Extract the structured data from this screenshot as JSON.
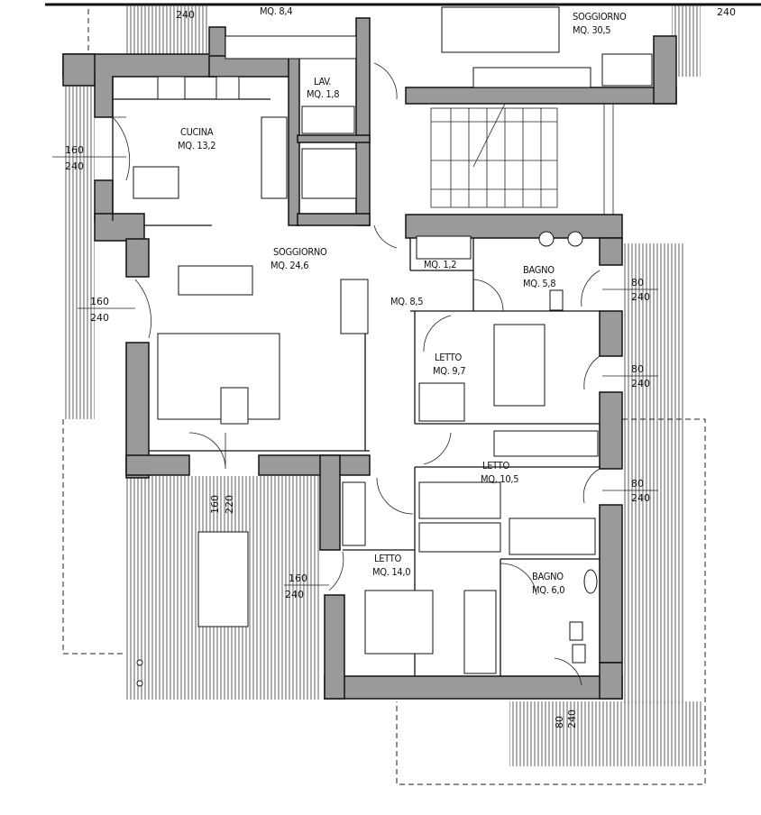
{
  "plan": {
    "rooms": [
      {
        "id": "top-room",
        "area": "MQ. 8,4"
      },
      {
        "id": "soggiorno-neighbor",
        "name": "SOGGIORNO",
        "area": "MQ. 30,5"
      },
      {
        "id": "lavanderia",
        "name": "LAV.",
        "area": "MQ. 1,8"
      },
      {
        "id": "cucina",
        "name": "CUCINA",
        "area": "MQ. 13,2"
      },
      {
        "id": "soggiorno",
        "name": "SOGGIORNO",
        "area": "MQ. 24,6"
      },
      {
        "id": "wc",
        "area": "MQ. 1,2"
      },
      {
        "id": "bagno-1",
        "name": "BAGNO",
        "area": "MQ. 5,8"
      },
      {
        "id": "disimpegno",
        "area": "MQ. 8,5"
      },
      {
        "id": "letto-1",
        "name": "LETTO",
        "area": "MQ. 9,7"
      },
      {
        "id": "letto-2",
        "name": "LETTO",
        "area": "MQ. 10,5"
      },
      {
        "id": "letto-3",
        "name": "LETTO",
        "area": "MQ. 14,0"
      },
      {
        "id": "bagno-2",
        "name": "BAGNO",
        "area": "MQ. 6,0"
      }
    ],
    "openings": [
      {
        "id": "top-left",
        "width": "",
        "height": "240"
      },
      {
        "id": "top-right",
        "width": "",
        "height": "240"
      },
      {
        "id": "cucina-window",
        "width": "160",
        "height": "240"
      },
      {
        "id": "soggiorno-window",
        "width": "160",
        "height": "240"
      },
      {
        "id": "terrace-door",
        "width": "160",
        "height": "220"
      },
      {
        "id": "letto3-window",
        "width": "160",
        "height": "240"
      },
      {
        "id": "bagno1-window",
        "width": "80",
        "height": "240"
      },
      {
        "id": "letto1-window",
        "width": "80",
        "height": "240"
      },
      {
        "id": "letto2-window",
        "width": "80",
        "height": "240"
      },
      {
        "id": "bagno2-window",
        "width": "80",
        "height": "240"
      }
    ]
  }
}
